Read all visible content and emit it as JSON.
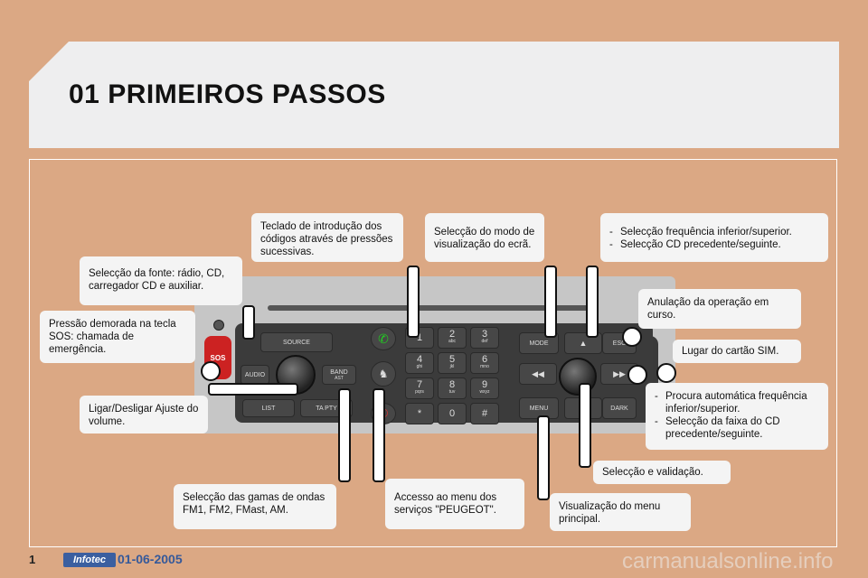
{
  "title": "01 PRIMEIROS PASSOS",
  "callouts": {
    "teclado": "Teclado de introdução dos códigos através de pressões sucessivas.",
    "modo": "Selecção do modo de visualização do ecrã.",
    "freq_items": [
      "Selecção frequência inferior/superior.",
      "Selecção CD precedente/seguinte."
    ],
    "fonte": "Selecção da fonte: rádio, CD, carregador CD e auxiliar.",
    "anulacao": "Anulação da operação em curso.",
    "sos": "Pressão demorada na tecla SOS: chamada de emergência.",
    "sim": "Lugar do cartão SIM.",
    "ligar": "Ligar/Desligar Ajuste do volume.",
    "procura_items": [
      "Procura automática frequência inferior/superior.",
      "Selecção da faixa do CD precedente/seguinte."
    ],
    "validacao": "Selecção e validação.",
    "gamas": "Selecção das gamas de ondas FM1, FM2, FMast, AM.",
    "peugeot": "Accesso ao menu dos serviços \"PEUGEOT\".",
    "menu": "Visualização do menu principal."
  },
  "radio": {
    "source": "SOURCE",
    "audio": "AUDIO",
    "band": "BAND",
    "ast": "AST",
    "list": "LIST",
    "ta_pty": "TA PTY",
    "sos": "SOS",
    "mode": "MODE",
    "esc": "ESC",
    "menu": "MENU",
    "dark": "DARK",
    "keys": [
      {
        "num": "1",
        "sub": ""
      },
      {
        "num": "2",
        "sub": "abc"
      },
      {
        "num": "3",
        "sub": "def"
      },
      {
        "num": "4",
        "sub": "ghi"
      },
      {
        "num": "5",
        "sub": "jkl"
      },
      {
        "num": "6",
        "sub": "mno"
      },
      {
        "num": "7",
        "sub": "pqrs"
      },
      {
        "num": "8",
        "sub": "tuv"
      },
      {
        "num": "9",
        "sub": "wxyz"
      },
      {
        "num": "*",
        "sub": ""
      },
      {
        "num": "0",
        "sub": ""
      },
      {
        "num": "#",
        "sub": ""
      }
    ]
  },
  "footer": {
    "page": "1",
    "logo": "Infotec",
    "date": "01-06-2005",
    "watermark": "carmanualsonline.info"
  }
}
